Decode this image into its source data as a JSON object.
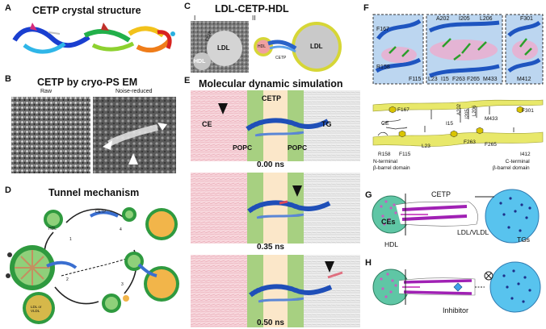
{
  "panels": {
    "A": {
      "label": "A",
      "title": "CETP  crystal structure"
    },
    "B": {
      "label": "B",
      "title": "CETP  by cryo-PS  EM",
      "sub_raw": "Raw",
      "sub_noise": "Noise-reduced"
    },
    "C": {
      "label": "C",
      "title": "LDL-CETP-HDL",
      "roman_1": "I",
      "roman_2": "II",
      "ldl": "LDL",
      "hdl": "HDL",
      "ldl_2": "LDL",
      "hdl_2": "HDL",
      "cetp": "CETP",
      "cetp_vert": "CETP"
    },
    "D": {
      "label": "D",
      "title": "Tunnel mechanism",
      "hdl": "HDL",
      "cetp": "CETP",
      "ldl_vldl": "LDL or VLDL",
      "steps": [
        "1",
        "2",
        "3",
        "4"
      ]
    },
    "E": {
      "label": "E",
      "title": "Molecular dynamic simulation",
      "ce": "CE",
      "cetp": "CETP",
      "tg": "TG",
      "popc_left": "POPC",
      "popc_right": "POPC",
      "times": [
        "0.00 ns",
        "0.35 ns",
        "0.50 ns"
      ]
    },
    "F": {
      "label": "F",
      "box1": {
        "f167": "F167",
        "r158": "R158",
        "f115": "F115"
      },
      "box2": {
        "a202": "A202",
        "i205": "I205",
        "l206": "L206",
        "l23": "L23",
        "i15": "I15",
        "f263": "F263",
        "f265": "F265",
        "m433": "M433"
      },
      "box3": {
        "f301": "F301",
        "m412": "M412"
      },
      "schem": {
        "f167": "F167",
        "i15": "I15",
        "a202": "A202",
        "i205": "I205",
        "l206": "L206",
        "m433": "M433",
        "f301": "F301",
        "ce": "CE",
        "l23": "L23",
        "f263": "F263",
        "f265": "F265",
        "r158": "R158",
        "f115": "F115",
        "i412": "I412",
        "nterm_1": "N-terminal",
        "nterm_2": "β-barrel domain",
        "cterm_1": "C-terminal",
        "cterm_2": "β-barrel domain"
      }
    },
    "G": {
      "label": "G",
      "cetp": "CETP",
      "ces": "CEs",
      "hdl": "HDL",
      "ldl_vldl": "LDL/VLDL",
      "tgs": "TGs"
    },
    "H": {
      "label": "H",
      "inhibitor": "Inhibitor"
    }
  },
  "colors": {
    "accent_green": "#2f9a3f",
    "hdl_teal": "#5fc6a5",
    "ldl_blue": "#58c3ee",
    "cetp_purple": "#a021b4",
    "lipid_yellow": "#e8e86a",
    "ce_pink": "#c65fc1",
    "tg_navy": "#1d2f8a"
  }
}
